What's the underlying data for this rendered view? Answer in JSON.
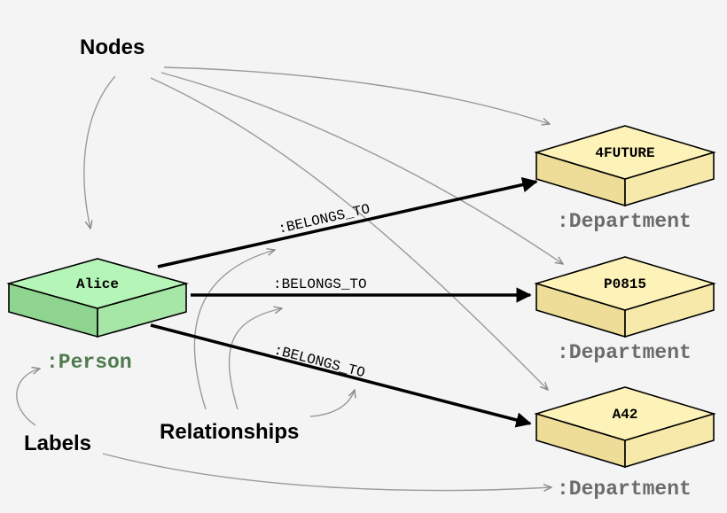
{
  "annotations": {
    "nodes": "Nodes",
    "relationships": "Relationships",
    "labels": "Labels"
  },
  "person": {
    "name": "Alice",
    "label": ":Person",
    "color": "#b5f5b8",
    "label_color": "#4f7a4e"
  },
  "departments": [
    {
      "name": "4FUTURE",
      "label": ":Department"
    },
    {
      "name": "P0815",
      "label": ":Department"
    },
    {
      "name": "A42",
      "label": ":Department"
    }
  ],
  "department_color": "#fdf2b8",
  "department_label_color": "#6b6b6b",
  "relationships": [
    {
      "type": ":BELONGS_TO"
    },
    {
      "type": ":BELONGS_TO"
    },
    {
      "type": ":BELONGS_TO"
    }
  ],
  "extra_label": ":Department"
}
